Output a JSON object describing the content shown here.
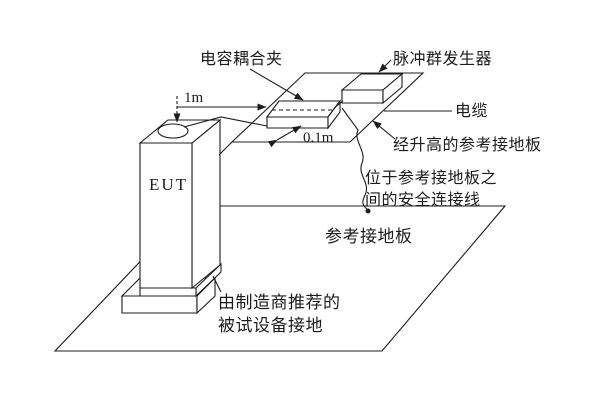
{
  "diagram": {
    "type": "technical-line-drawing",
    "subject": "EFT burst test setup with capacitive coupling clamp",
    "labels": {
      "coupling_clamp": "电容耦合夹",
      "burst_generator": "脉冲群发生器",
      "cable": "电缆",
      "elevated_reference_plane": "经升高的参考接地板",
      "safety_wire_line1": "位于参考接地板之",
      "safety_wire_line2": "间的安全连接线",
      "reference_plane": "参考接地板",
      "eut_grounding_line1": "由制造商推荐的",
      "eut_grounding_line2": "被试设备接地",
      "eut": "EUT",
      "dim_eut_to_clamp": "1m",
      "dim_clamp_width": "0.1m"
    },
    "colors": {
      "line": "#1c1c1c",
      "background": "#ffffff"
    }
  }
}
